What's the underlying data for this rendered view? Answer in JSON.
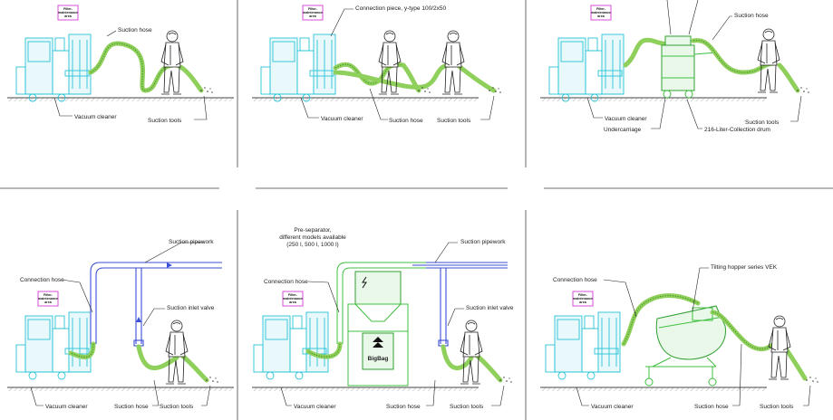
{
  "panels": {
    "p1": {
      "filter_lines": [
        "Filter-",
        "maintenance",
        "area"
      ],
      "suction_hose": "Suction hose",
      "vacuum_cleaner": "Vacuum cleaner",
      "suction_tools": "Suction tools"
    },
    "p2": {
      "filter_lines": [
        "Filter-",
        "maintenance",
        "area"
      ],
      "connection_piece": "Connection piece, y-type 100/2x50",
      "vacuum_cleaner": "Vacuum cleaner",
      "suction_hose": "Suction hose",
      "suction_tools": "Suction tools"
    },
    "p3": {
      "filter_lines": [
        "Filter-",
        "maintenance",
        "area"
      ],
      "suction_hose": "Suction hose",
      "vacuum_cleaner": "Vacuum cleaner",
      "undercarriage": "Undercarriage",
      "collection_drum": "216-Liter-Collection drum",
      "suction_tools": "Suction tools"
    },
    "p4": {
      "filter_lines": [
        "Filter-",
        "maintenance",
        "area"
      ],
      "suction_pipework": "Suction pipework",
      "connection_hose": "Connection hose",
      "suction_inlet_valve": "Suction inlet valve",
      "vacuum_cleaner": "Vacuum cleaner",
      "suction_hose": "Suction hose",
      "suction_tools": "Suction tools"
    },
    "p5": {
      "filter_lines": [
        "Filter-",
        "maintenance",
        "area"
      ],
      "pre_separator_lines": [
        "Pre-separator,",
        "different models available",
        "(250 l, 500 l, 1000 l)"
      ],
      "suction_pipework": "Suction pipework",
      "connection_hose": "Connection hose",
      "suction_inlet_valve": "Suction inlet valve",
      "bigbag": "BigBag",
      "vacuum_cleaner": "Vacuum cleaner",
      "suction_hose": "Suction hose",
      "suction_tools": "Suction tools"
    },
    "p6": {
      "filter_lines": [
        "Filter-",
        "maintenance",
        "area"
      ],
      "connection_hose": "Connection hose",
      "tilting_hopper": "Tilting hopper series VEK",
      "vacuum_cleaner": "Vacuum cleaner",
      "suction_hose": "Suction hose",
      "suction_tools": "Suction tools"
    }
  }
}
